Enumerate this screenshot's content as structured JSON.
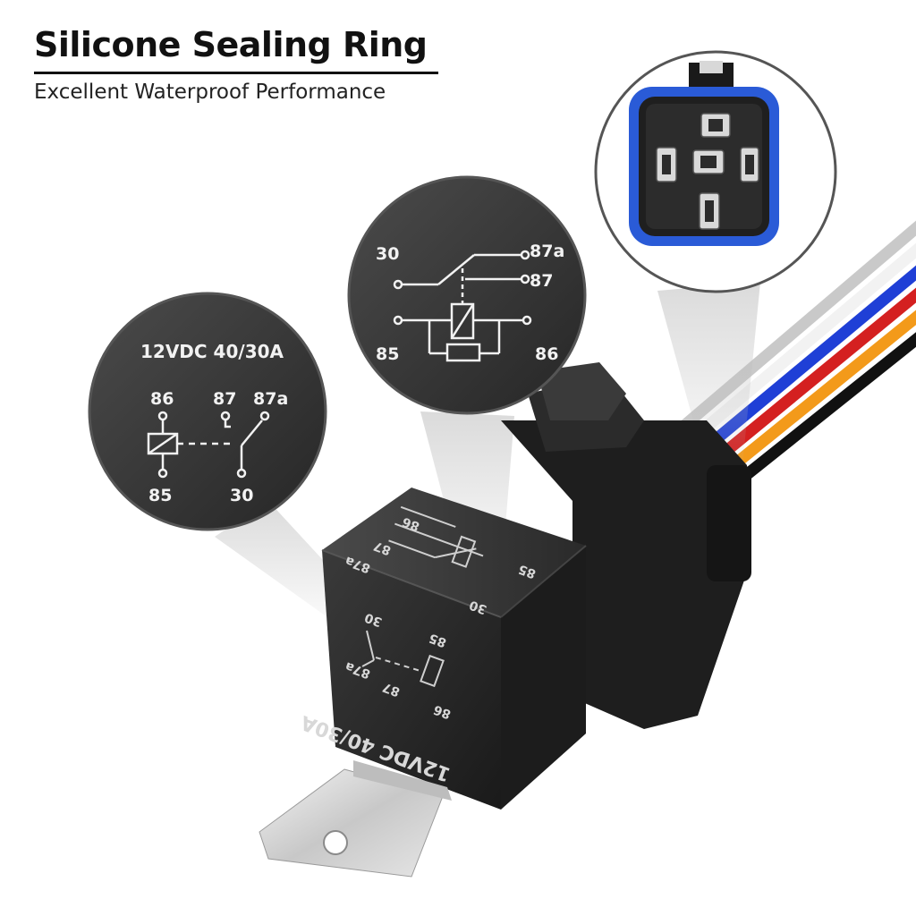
{
  "header": {
    "title": "Silicone Sealing Ring",
    "subtitle": "Excellent Waterproof Performance"
  },
  "left_callout": {
    "rating": "12VDC 40/30A",
    "pins": {
      "p86": "86",
      "p87": "87",
      "p87a": "87a",
      "p85": "85",
      "p30": "30"
    }
  },
  "center_callout": {
    "pins": {
      "p30": "30",
      "p87a": "87a",
      "p87": "87",
      "p85": "85",
      "p86": "86"
    }
  },
  "relay_body": {
    "rating": "12VDC 40/30A",
    "pins": {
      "p30": "30",
      "p85": "85",
      "p86": "86",
      "p87": "87",
      "p87a": "87a",
      "p86top": "86",
      "p85top": "85"
    }
  },
  "wire_colors": [
    "#c9c9c9",
    "#f2f2f2",
    "#1f3fd6",
    "#d42020",
    "#f39a1a",
    "#111111"
  ],
  "seal_color": "#2a5bd7"
}
